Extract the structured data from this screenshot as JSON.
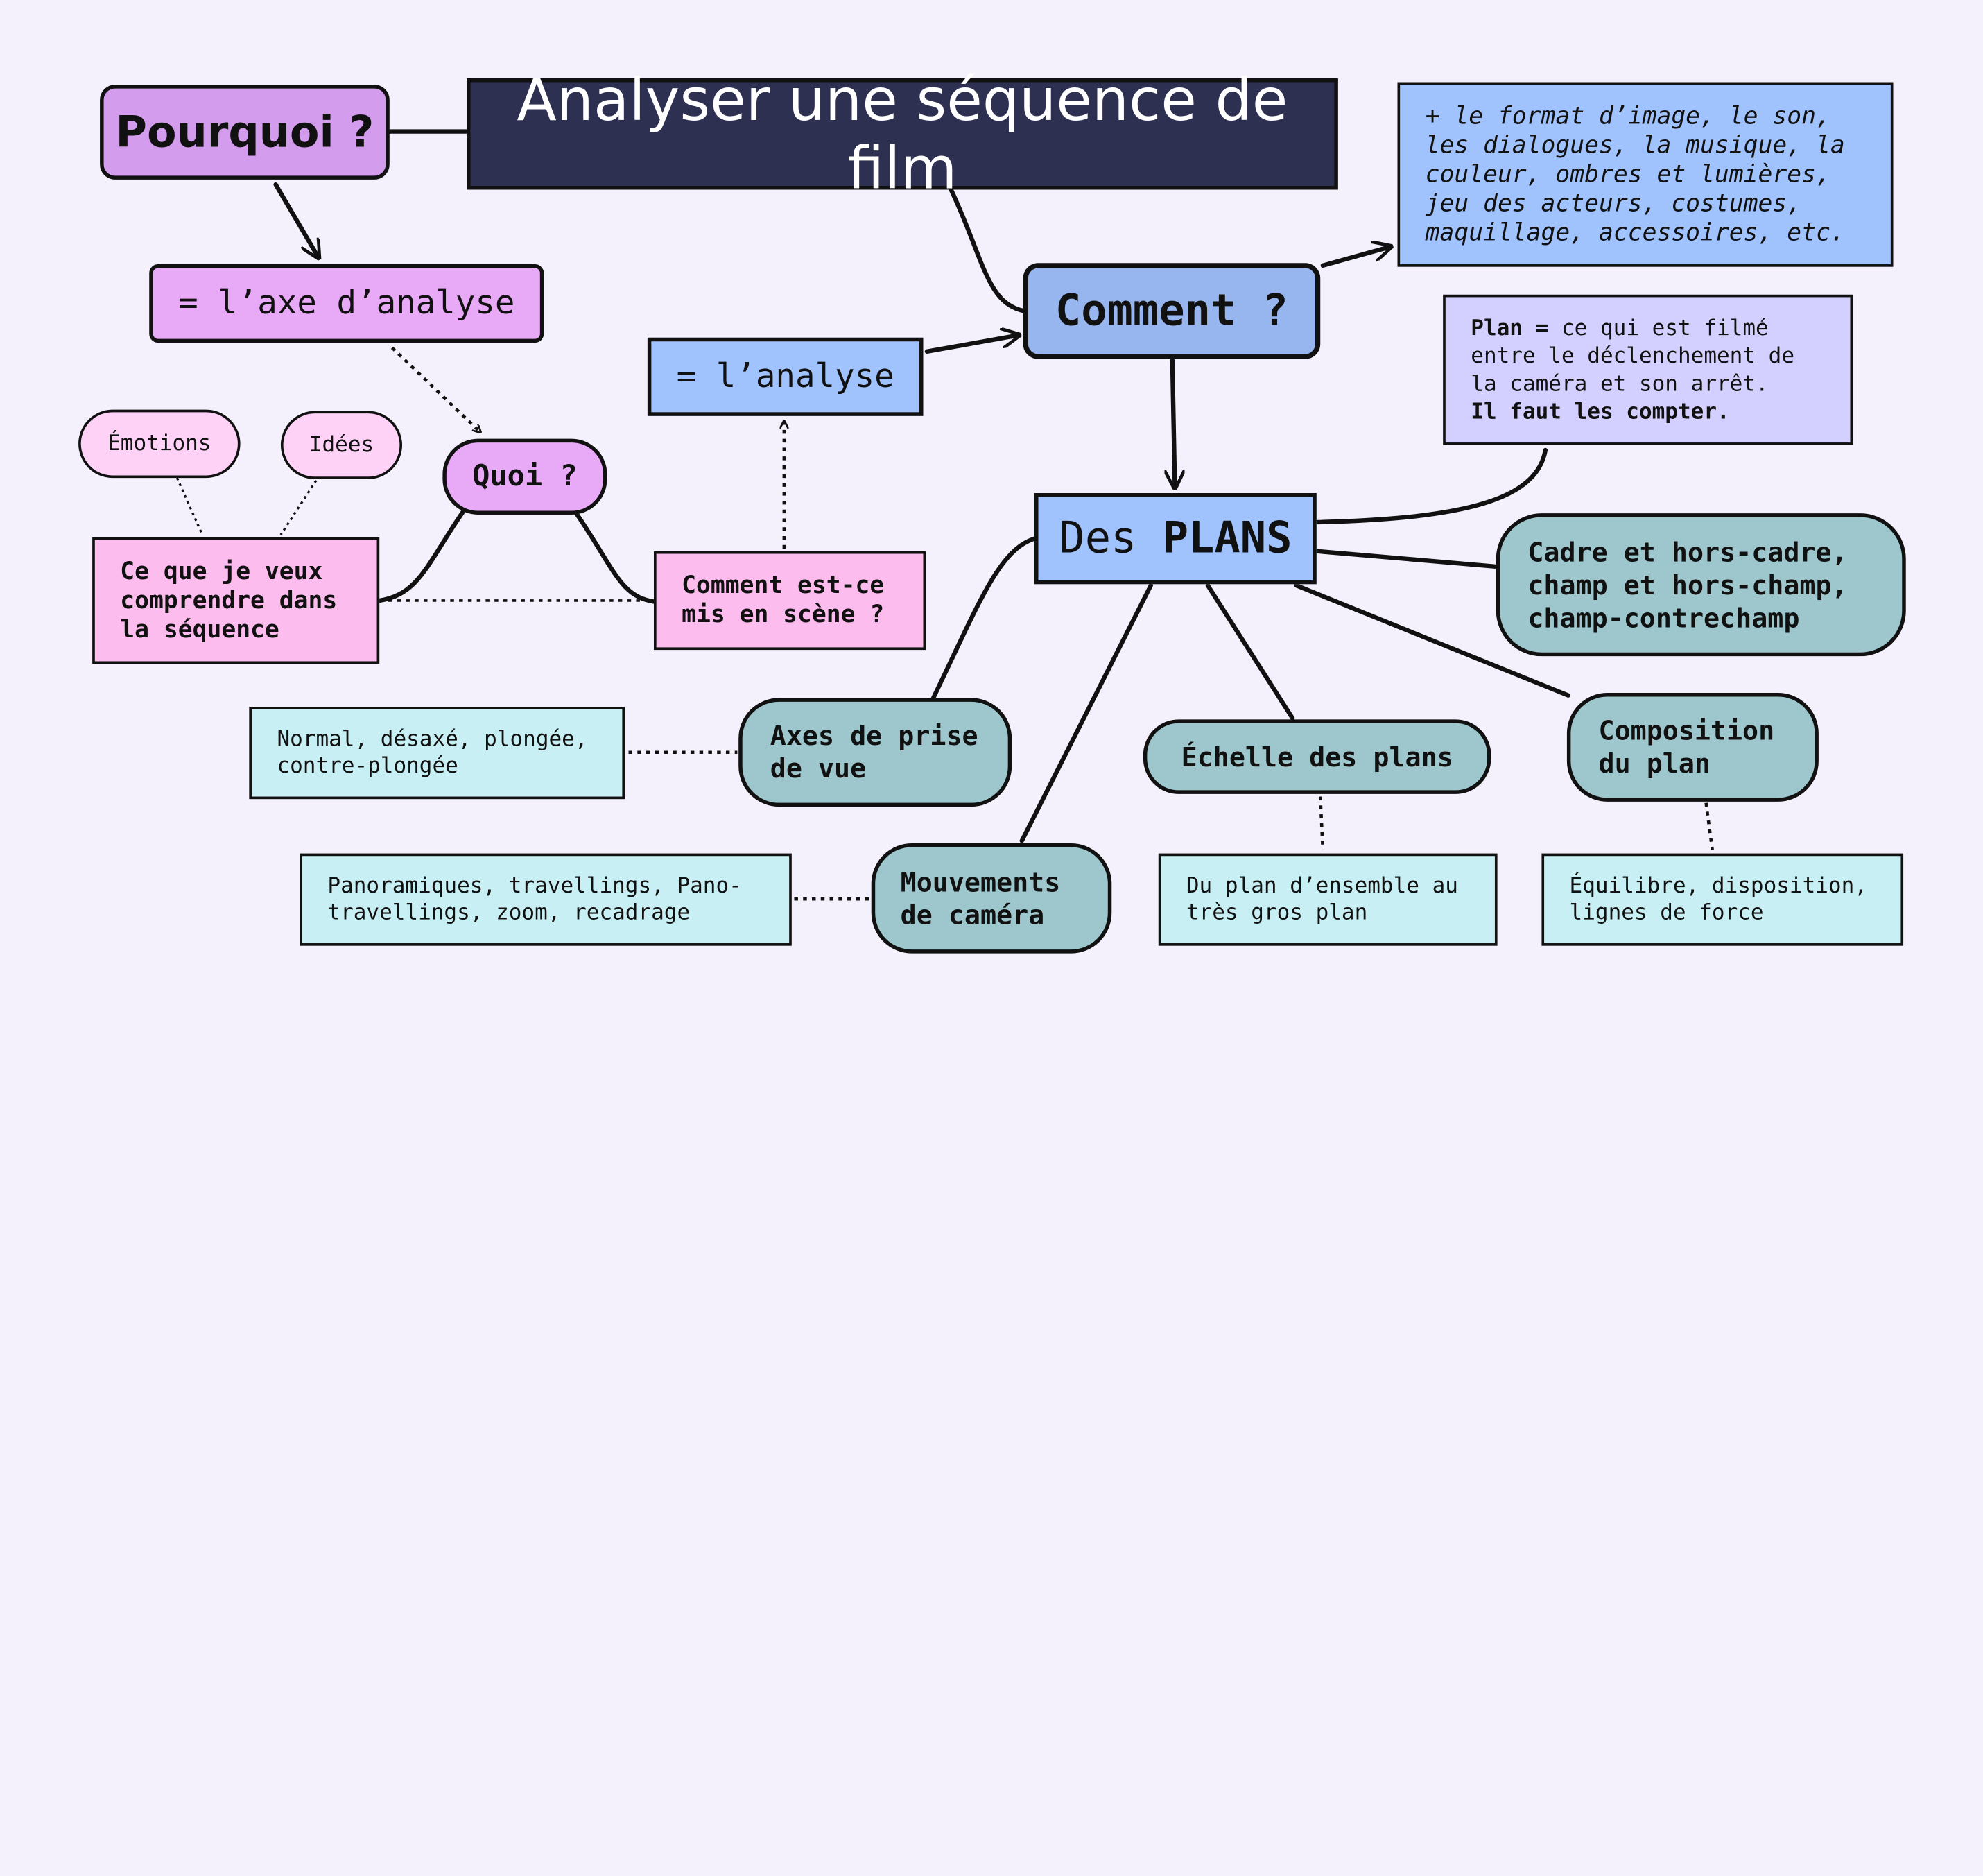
{
  "title": "Analyser une séquence de film",
  "pourquoi": {
    "label": "Pourquoi ?",
    "axe": "= l’axe d’analyse",
    "quoi": "Quoi ?",
    "emotions": "Émotions",
    "idees": "Idées",
    "comprendre": [
      "Ce que je veux",
      "comprendre dans",
      "la séquence"
    ],
    "mise_en_scene": [
      "Comment est-ce",
      "mis en scène ?"
    ]
  },
  "comment": {
    "label": "Comment ?",
    "analyse": "= l’analyse",
    "extras": [
      "+ le format d’image, le son,",
      "les dialogues, la musique, la",
      "couleur, ombres et lumières,",
      "jeu des acteurs, costumes,",
      "maquillage, accessoires, etc."
    ],
    "plan_def": {
      "bold1": "Plan =",
      "line1_rest": " ce qui est filmé",
      "line2": "entre le déclenchement de",
      "line3": "la caméra et son arrêt.",
      "bold_line": "Il faut les compter."
    }
  },
  "plans": {
    "prefix": "Des ",
    "bold": "PLANS",
    "cadre": [
      "Cadre et hors-cadre,",
      "champ et hors-champ,",
      "champ-contrechamp"
    ],
    "axes": [
      "Axes de prise",
      "de vue"
    ],
    "axes_detail": [
      "Normal, désaxé, plongée,",
      "contre-plongée"
    ],
    "echelle": "Échelle des plans",
    "echelle_detail": [
      "Du plan d’ensemble au",
      "très gros plan"
    ],
    "composition": [
      "Composition",
      "du plan"
    ],
    "composition_detail": [
      "Équilibre, disposition,",
      "lignes de force"
    ],
    "mouvements": [
      "Mouvements",
      "de caméra"
    ],
    "mouvements_detail": [
      "Panoramiques, travellings, Pano-",
      "travellings, zoom, recadrage"
    ]
  },
  "colors": {
    "background": "#f4f1fd",
    "title_bg": "#2e3052",
    "pourquoi": "#d39cec",
    "axe": "#e8a9f6",
    "quoi": "#e8a9f6",
    "pink": "#fdbcee",
    "light_pink": "#fdd2f6",
    "blue": "#a1c3fd",
    "comment": "#97b6f0",
    "lavender": "#d3d0ff",
    "teal": "#9ec7cd",
    "cyan": "#c8f0f4"
  }
}
